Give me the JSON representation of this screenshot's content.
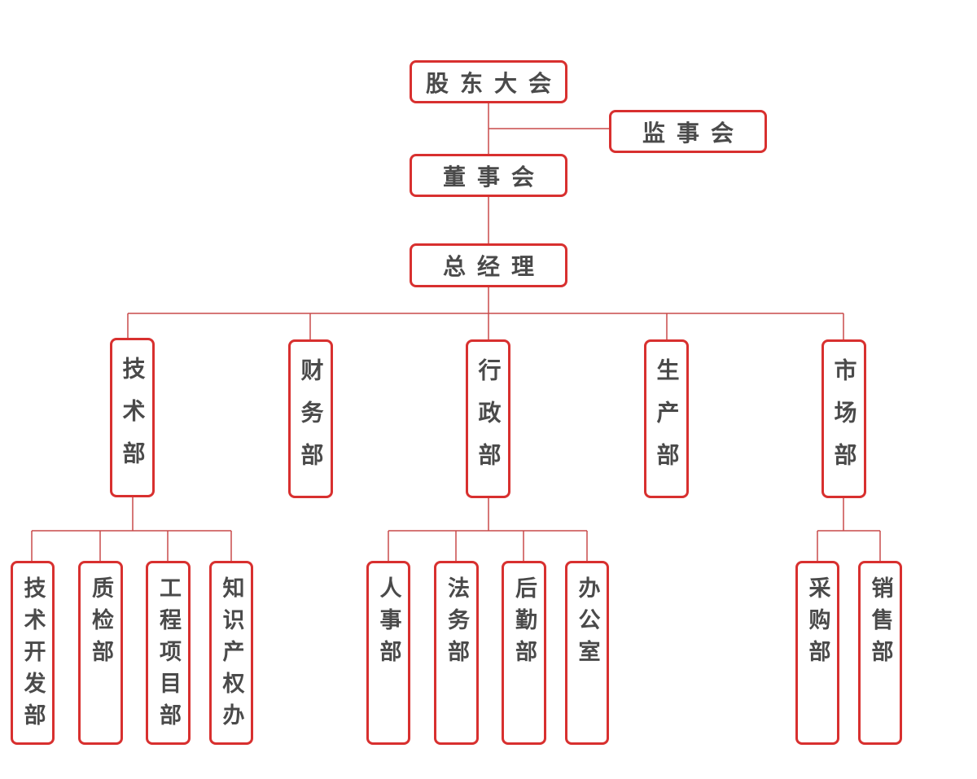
{
  "top": {
    "shareholders": "股东大会",
    "supervisors": "监事会",
    "board": "董事会",
    "general_manager": "总经理"
  },
  "departments": {
    "tech": "技术部",
    "finance": "财务部",
    "admin": "行政部",
    "production": "生产部",
    "market": "市场部"
  },
  "tech_subs": [
    "技术开发部",
    "质检部",
    "工程项目部",
    "知识产权办"
  ],
  "admin_subs": [
    "人事部",
    "法务部",
    "后勤部",
    "办公室"
  ],
  "market_subs": [
    "采购部",
    "销售部"
  ],
  "colors": {
    "border": "#d8302f",
    "line": "#c94a4a",
    "text": "#4a4a4a"
  }
}
